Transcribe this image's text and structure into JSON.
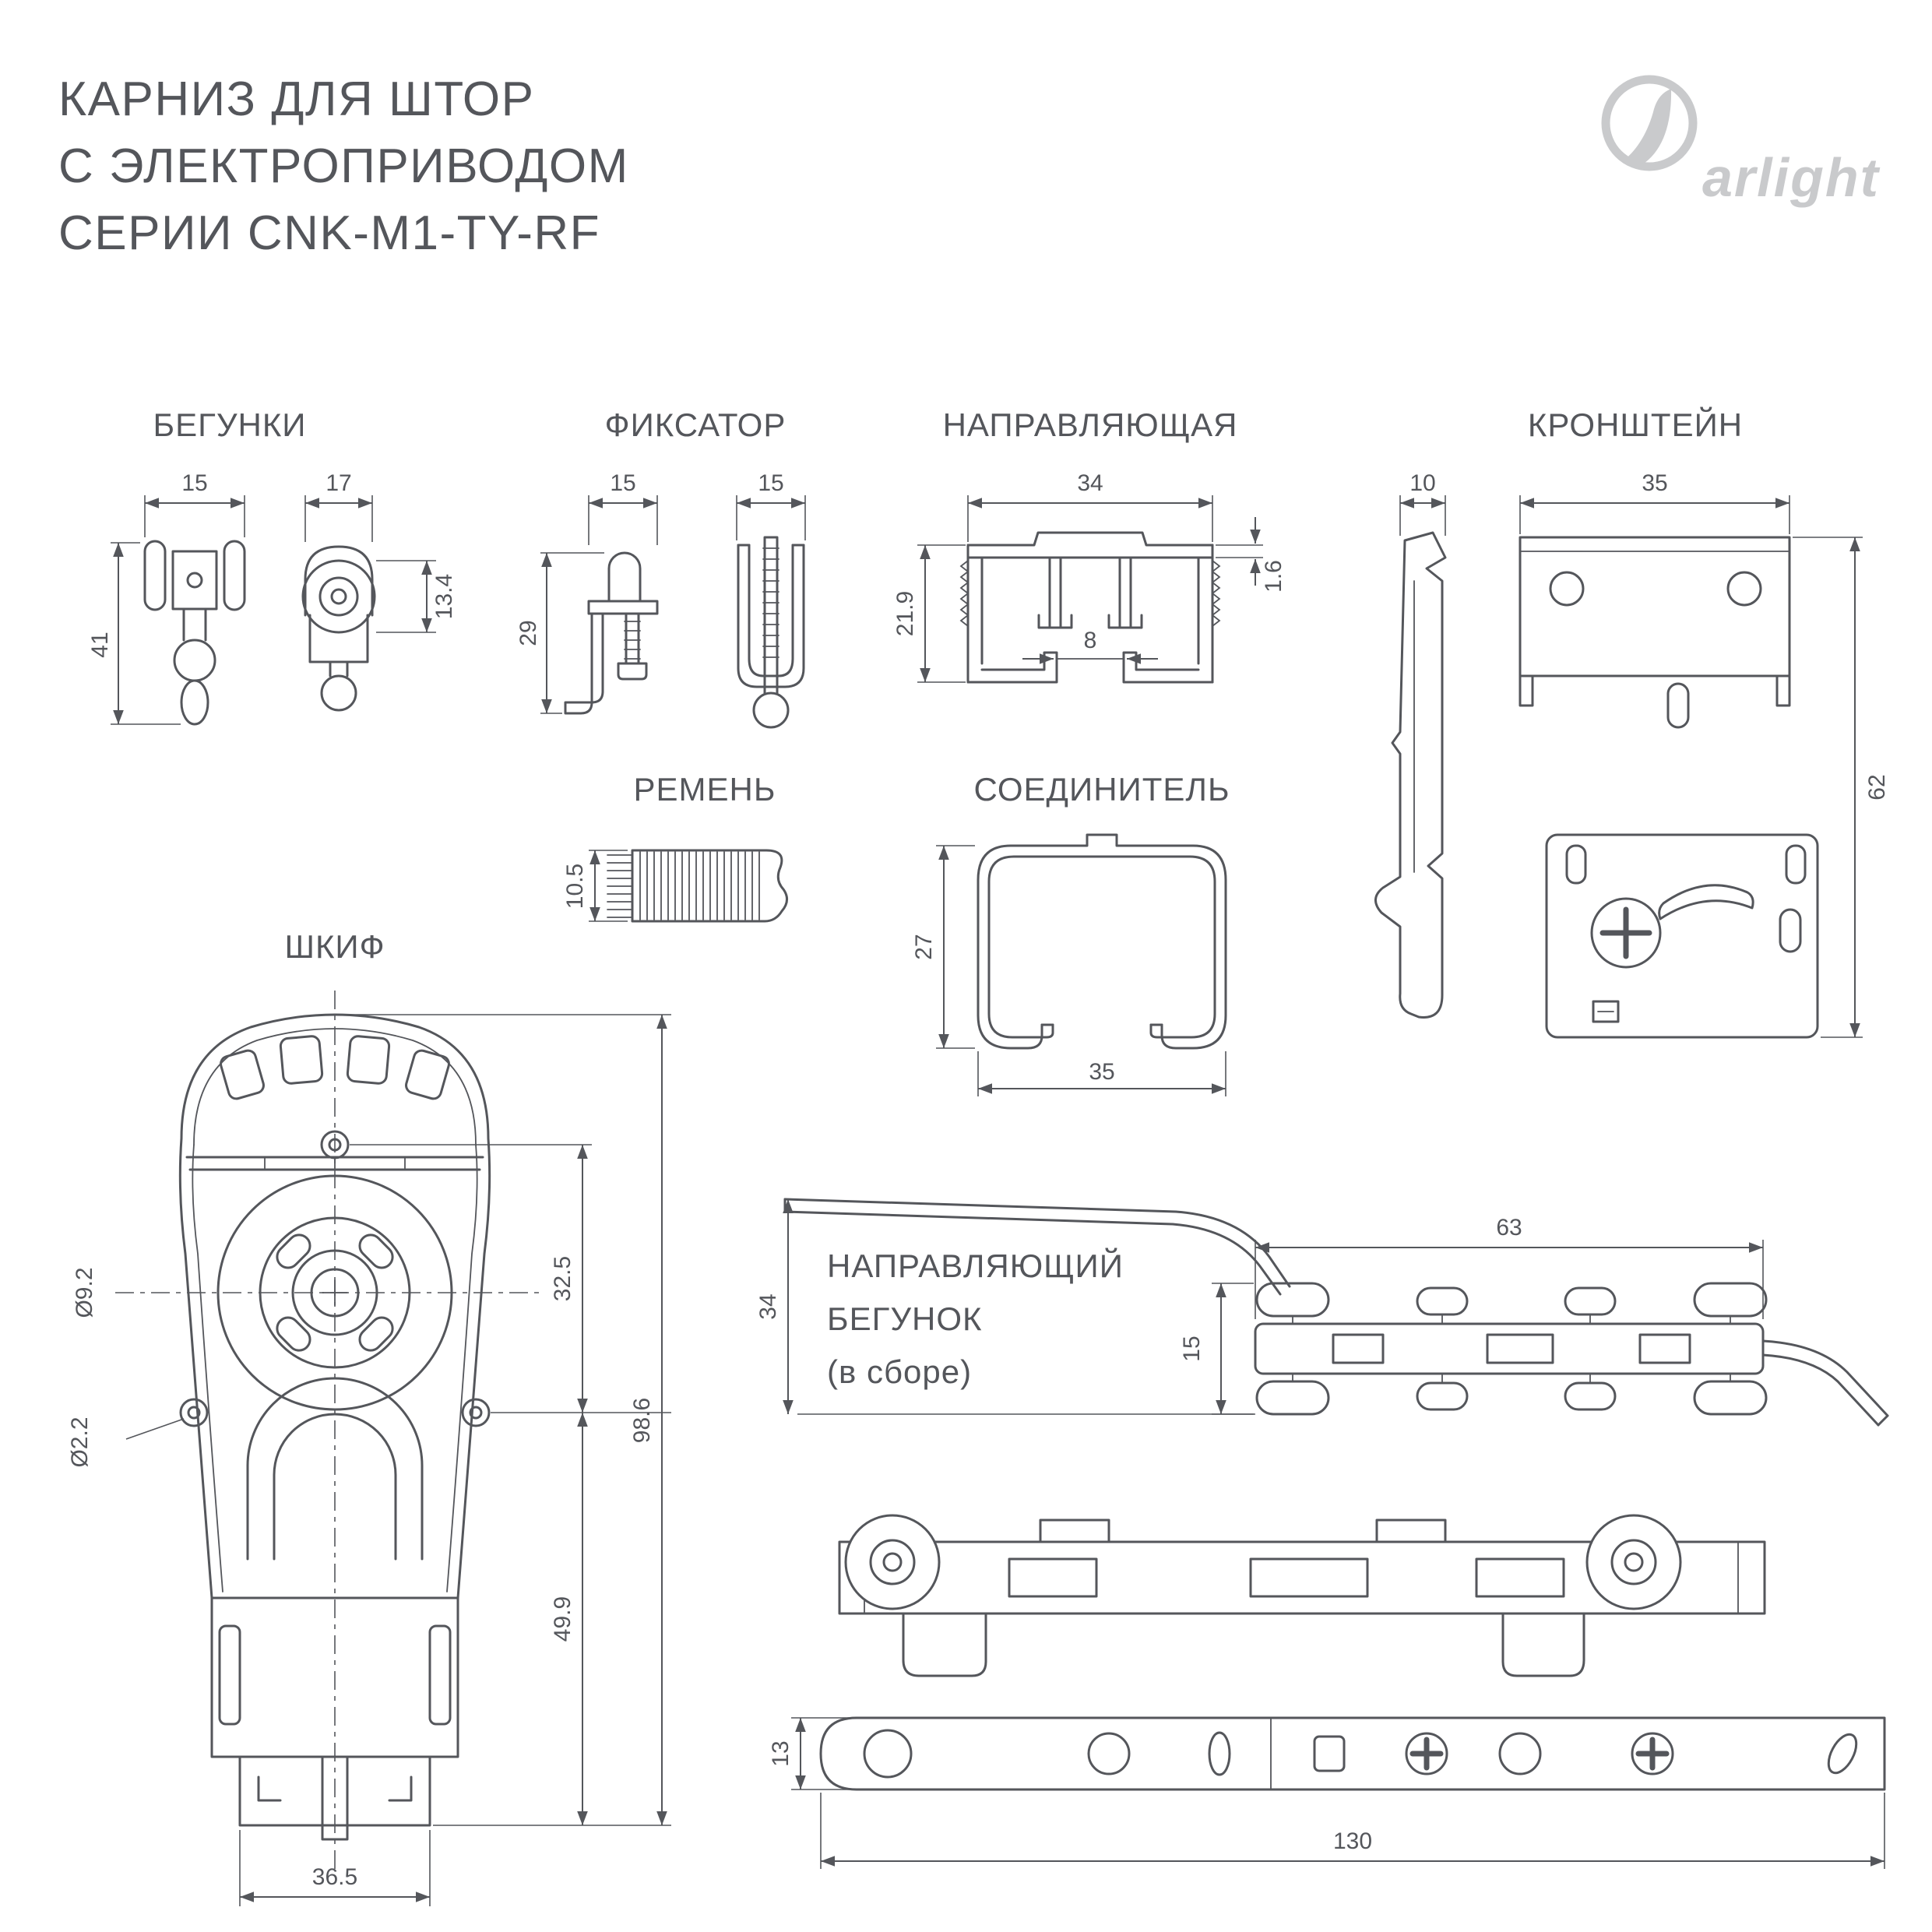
{
  "page": {
    "title_lines": [
      "КАРНИЗ ДЛЯ ШТОР",
      "С ЭЛЕКТРОПРИВОДОМ",
      "СЕРИИ CNK-M1-TY-RF"
    ],
    "logo": "arlight"
  },
  "colors": {
    "line": "#54565b",
    "logo": "#c9cacc"
  },
  "sections": {
    "begunki": {
      "label": "БЕГУНКИ",
      "dim_w1": "15",
      "dim_w2": "17",
      "dim_h": "41",
      "dim_wheel": "13.4"
    },
    "fiksator": {
      "label": "ФИКСАТОР",
      "dim_w1": "15",
      "dim_w2": "15",
      "dim_h": "29"
    },
    "rail": {
      "label": "НАПРАВЛЯЮЩАЯ",
      "dim_w": "34",
      "dim_t": "1.6",
      "dim_h": "21.9",
      "dim_gap": "8"
    },
    "kronshtein": {
      "label": "КРОНШТЕЙН",
      "dim_w1": "10",
      "dim_w2": "35",
      "dim_h": "62"
    },
    "remen": {
      "label": "РЕМЕНЬ",
      "dim_h": "10.5"
    },
    "soedinitel": {
      "label": "СОЕДИНИТЕЛЬ",
      "dim_h": "27",
      "dim_w": "35"
    },
    "shkif": {
      "label": "ШКИФ",
      "dim_d1": "Ø9.2",
      "dim_d2": "Ø2.2",
      "dim_h1": "32.5",
      "dim_h2": "98.6",
      "dim_h3": "49.9",
      "dim_w": "36.5"
    },
    "begunok": {
      "label_line1": "НАПРАВЛЯЮЩИЙ",
      "label_line2": "БЕГУНОК",
      "label_line3": "(в сборе)",
      "dim_l1": "63",
      "dim_h1": "34",
      "dim_h2": "15",
      "dim_h3": "13",
      "dim_l2": "130"
    }
  }
}
